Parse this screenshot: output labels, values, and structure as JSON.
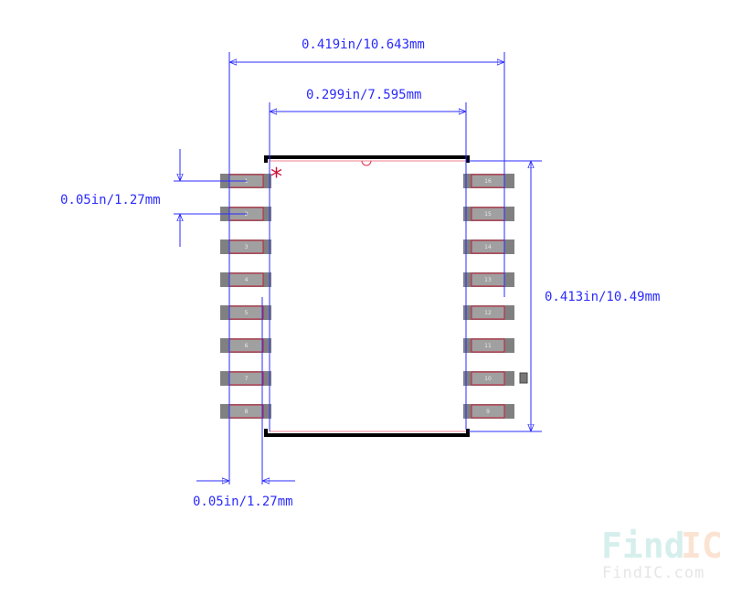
{
  "dimensions": {
    "overall_width": "0.419in/10.643mm",
    "body_width": "0.299in/7.595mm",
    "pitch": "0.05in/1.27mm",
    "height": "0.413in/10.49mm",
    "pad_width": "0.05in/1.27mm"
  },
  "pins_left": [
    "1",
    "2",
    "3",
    "4",
    "5",
    "6",
    "7",
    "8"
  ],
  "pins_right": [
    "16",
    "15",
    "14",
    "13",
    "12",
    "11",
    "10",
    "9"
  ],
  "pin1_marker": "*",
  "watermark": {
    "logo_a": "Find",
    "logo_b": "IC",
    "url": "FindIC.com"
  },
  "colors": {
    "dimension": "#2b2bff",
    "outline": "#000000",
    "pad_outer": "#808080",
    "pad_inner": "#a0a0a0",
    "pad_border": "#c0203a",
    "marker": "#d0103a"
  }
}
